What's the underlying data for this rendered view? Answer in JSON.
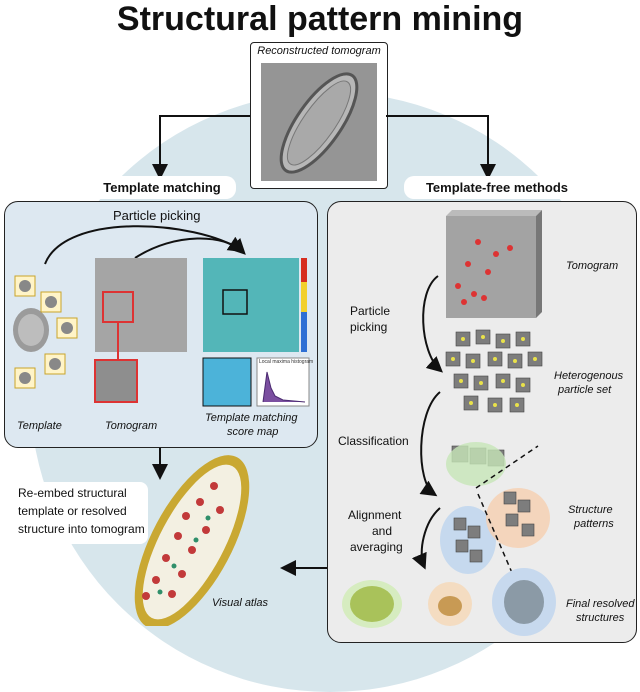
{
  "title": "Structural pattern mining",
  "top": {
    "tomogram_label": "Reconstructed tomogram"
  },
  "left": {
    "header": "Template matching",
    "particle_picking": "Particle picking",
    "template_label": "Template",
    "tomogram_label": "Tomogram",
    "score_map_label_1": "Template matching",
    "score_map_label_2": "score map",
    "histogram_title": "Local maxima histogram"
  },
  "right": {
    "header": "Template-free methods",
    "tomogram_label": "Tomogram",
    "particle_picking_1": "Particle",
    "particle_picking_2": "picking",
    "heterogenous_1": "Heterogenous",
    "heterogenous_2": "particle set",
    "classification": "Classification",
    "structure_patterns_1": "Structure",
    "structure_patterns_2": "patterns",
    "alignment_1": "Alignment",
    "alignment_2": "and",
    "alignment_3": "averaging",
    "final_1": "Final resolved",
    "final_2": "structures"
  },
  "bottom": {
    "reembed_1": "Re-embed structural",
    "reembed_2": "template or resolved",
    "reembed_3": "structure into tomogram",
    "visual_atlas": "Visual atlas"
  },
  "colors": {
    "background_circle": "#d7e6ec",
    "left_panel": "#dde8f1",
    "right_panel": "#ececec",
    "red_box": "#d33",
    "particle_yellow": "#e9e24a"
  }
}
